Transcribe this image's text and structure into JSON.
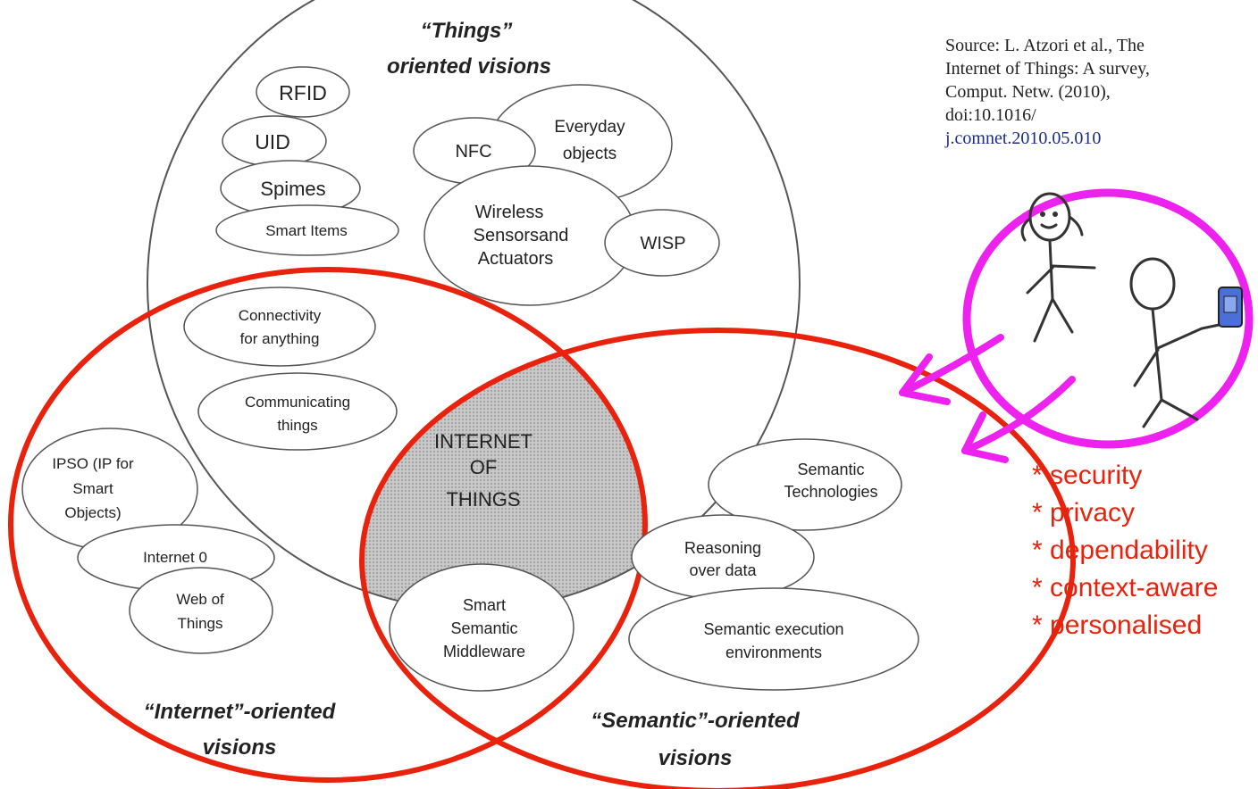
{
  "things": {
    "title_line1": "“Things”",
    "title_line2": "oriented visions",
    "items": {
      "rfid": "RFID",
      "uid": "UID",
      "spimes": "Spimes",
      "smart_items": "Smart Items",
      "nfc": "NFC",
      "everyday_line1": "Everyday",
      "everyday_line2": "objects",
      "wireless_line1": "Wireless",
      "wireless_line2": "Sensorsand",
      "wireless_line3": "Actuators",
      "wisp": "WISP"
    }
  },
  "internet": {
    "title_line1": "“Internet”-oriented",
    "title_line2": "visions",
    "items": {
      "ipso_line1": "IPSO (IP for",
      "ipso_line2": "Smart",
      "ipso_line3": "Objects)",
      "internet0": "Internet 0",
      "web_line1": "Web of",
      "web_line2": "Things"
    }
  },
  "overlap_things_internet": {
    "connectivity_line1": "Connectivity",
    "connectivity_line2": "for anything",
    "communicating_line1": "Communicating",
    "communicating_line2": "things"
  },
  "center": {
    "line1": "INTERNET",
    "line2": "OF",
    "line3": "THINGS"
  },
  "overlap_internet_semantic": {
    "middleware_line1": "Smart",
    "middleware_line2": "Semantic",
    "middleware_line3": "Middleware"
  },
  "semantic": {
    "title_line1": "“Semantic”-oriented",
    "title_line2": "visions",
    "items": {
      "tech_line1": "Semantic",
      "tech_line2": "Technologies",
      "reasoning_line1": "Reasoning",
      "reasoning_line2": "over data",
      "exec_line1": "Semantic execution",
      "exec_line2": "environments"
    }
  },
  "source": {
    "line1": "Source: L. Atzori et al., The",
    "line2": "Internet of Things: A survey,",
    "line3": "Comput. Netw. (2010),",
    "line4": "doi:10.1016/",
    "link": "j.comnet.2010.05.010"
  },
  "aspects": {
    "a1": "* security",
    "a2": "* privacy",
    "a3": "* dependability",
    "a4": "* context-aware",
    "a5": "* personalised"
  },
  "colors": {
    "red_circle": "#e8220d",
    "magenta": "#ee22ee",
    "link": "#1a2c8c",
    "phone": "#4a70d8"
  }
}
